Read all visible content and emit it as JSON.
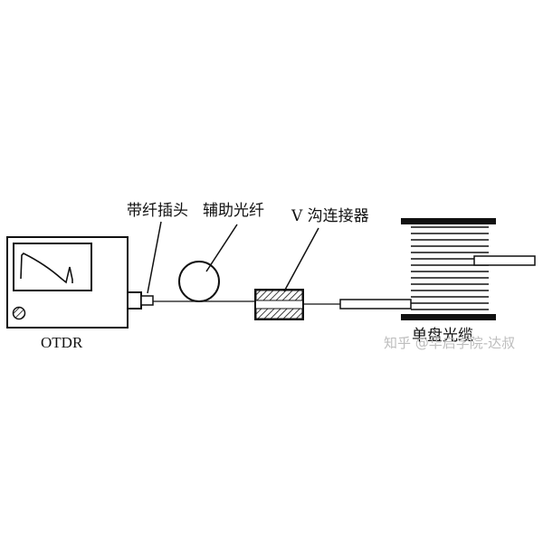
{
  "labels": {
    "otdr": "OTDR",
    "fiber_plug": "带纤插头",
    "aux_fiber": "辅助光纤",
    "v_groove": "V 沟连接器",
    "reel_cable": "单盘光缆"
  },
  "watermark": "知乎 @华启学院-达叔",
  "colors": {
    "ink": "#111111",
    "watermark": "#bdbdbd",
    "background": "#ffffff"
  }
}
